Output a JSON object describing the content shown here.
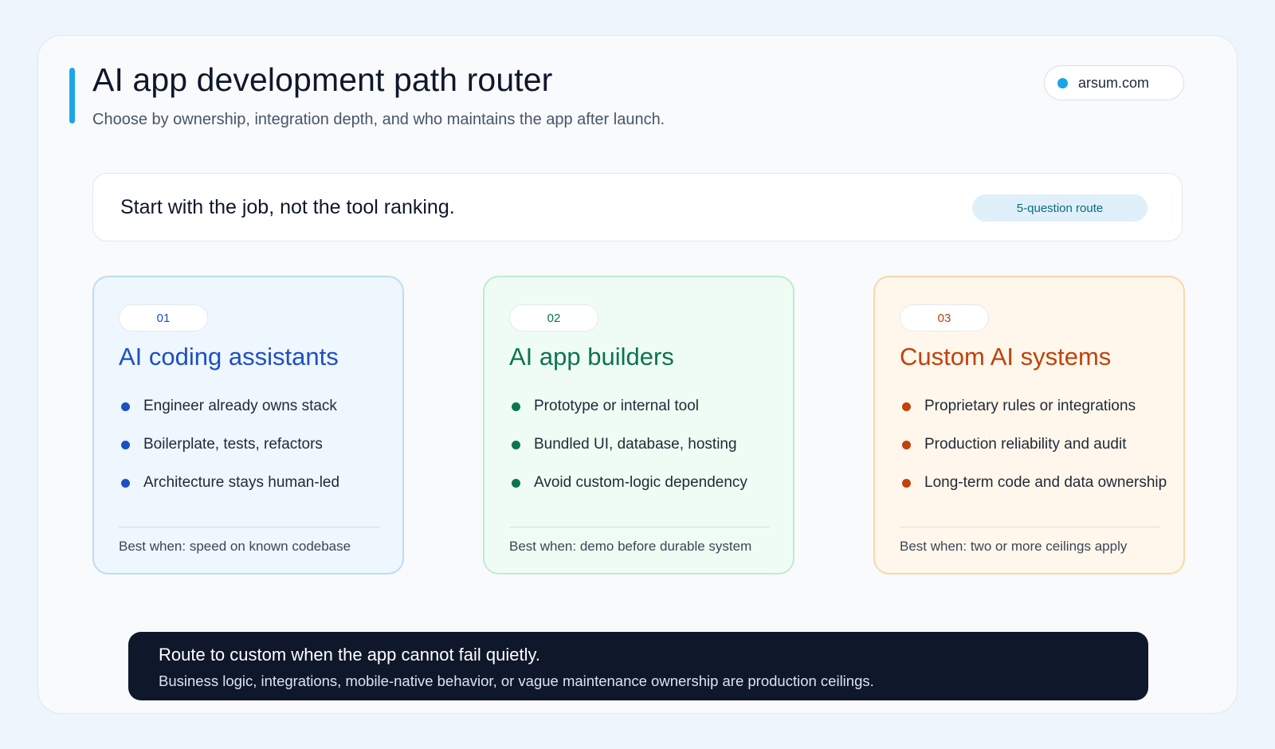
{
  "header": {
    "title": "AI app development path router",
    "subtitle": "Choose by ownership, integration depth, and who maintains the app after launch.",
    "brand": "arsum.com"
  },
  "banner": {
    "text": "Start with the job, not the tool ranking.",
    "badge": "5-question route"
  },
  "cards": [
    {
      "number": "01",
      "title": "AI coding assistants",
      "bullets": [
        "Engineer already owns stack",
        "Boilerplate, tests, refactors",
        "Architecture stays human-led"
      ],
      "best": "Best when: speed on known codebase"
    },
    {
      "number": "02",
      "title": "AI app builders",
      "bullets": [
        "Prototype or internal tool",
        "Bundled UI, database, hosting",
        "Avoid custom-logic dependency"
      ],
      "best": "Best when: demo before durable system"
    },
    {
      "number": "03",
      "title": "Custom AI systems",
      "bullets": [
        "Proprietary rules or integrations",
        "Production reliability and audit",
        "Long-term code and data ownership"
      ],
      "best": "Best when: two or more ceilings apply"
    }
  ],
  "footer": {
    "title": "Route to custom when the app cannot fail quietly.",
    "text": "Business logic, integrations, mobile-native behavior, or vague maintenance ownership are production ceilings."
  },
  "colors": {
    "accent": "#1ca6e8",
    "blue": "#1d4fc4",
    "green": "#0b7450",
    "orange": "#c2410c",
    "dark": "#0f172a"
  }
}
